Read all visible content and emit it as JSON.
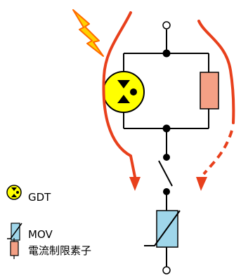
{
  "legend": {
    "gdt_label": "GDT",
    "mov_label": "MOV",
    "current_limiter_label": "電流制限素子"
  },
  "colors": {
    "surge_arrow": "#e8401c",
    "lightning_fill": "#ffd000",
    "lightning_stroke": "#ff6a00",
    "gdt_fill": "#ffff00",
    "mov_fill": "#9fd6ea",
    "resistor_fill": "#f4a085",
    "wire": "#000000"
  },
  "icons": {
    "lightning": "lightning-bolt-icon",
    "gdt": "gdt-symbol-icon",
    "mov": "mov-symbol-icon",
    "current_limiter": "resistor-symbol-icon"
  }
}
